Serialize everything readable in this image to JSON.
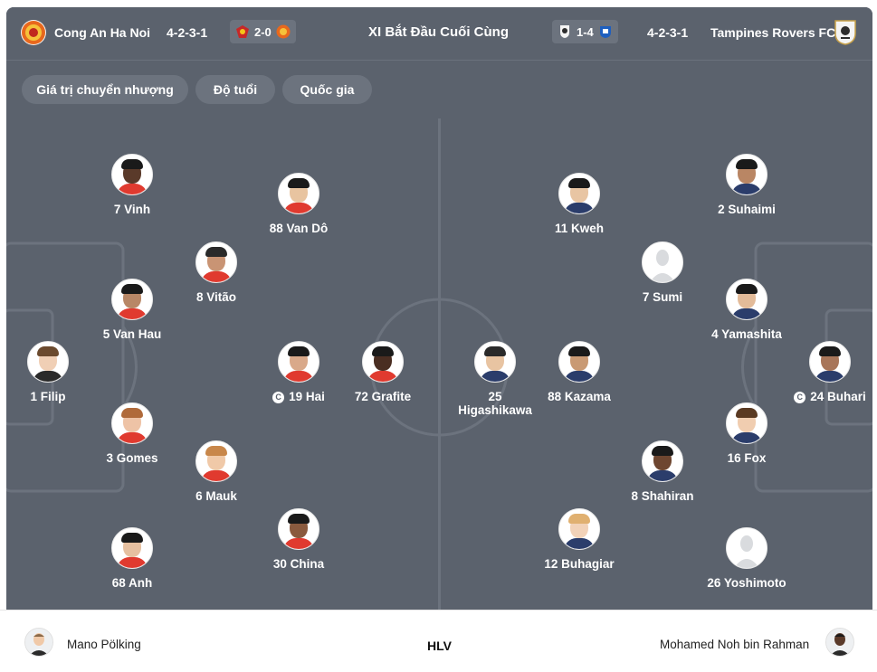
{
  "header": {
    "home_team": "Cong An Ha Noi",
    "home_formation": "4-2-3-1",
    "home_recent_score": "2-0",
    "title": "XI Bắt Đầu Cuối Cùng",
    "away_recent_score": "1-4",
    "away_formation": "4-2-3-1",
    "away_team": "Tampines Rovers FC"
  },
  "filters": [
    "Giá trị chuyển nhượng",
    "Độ tuổi",
    "Quốc gia"
  ],
  "home_players": [
    {
      "label": "7 Vinh",
      "skin": "#5a3a2a",
      "hair": "#1a1a1a",
      "shirt": "#e03a2f"
    },
    {
      "label": "88 Van Dô",
      "skin": "#e8c4a0",
      "hair": "#1a1a1a",
      "shirt": "#e03a2f"
    },
    {
      "label": "8 Vitão",
      "skin": "#c99474",
      "hair": "#2a2a2a",
      "shirt": "#e03a2f"
    },
    {
      "label": "5 Van Hau",
      "skin": "#b88766",
      "hair": "#1a1a1a",
      "shirt": "#e03a2f"
    },
    {
      "label": "1 Filip",
      "skin": "#f0cfb5",
      "hair": "#6b4a2e",
      "shirt": "#2a2a2a"
    },
    {
      "label": "19 Hai",
      "skin": "#d9a98a",
      "hair": "#1a1a1a",
      "shirt": "#e03a2f",
      "captain": true
    },
    {
      "label": "72 Grafite",
      "skin": "#4a2e22",
      "hair": "#1a1a1a",
      "shirt": "#e03a2f"
    },
    {
      "label": "3 Gomes",
      "skin": "#eec3a6",
      "hair": "#b06a3a",
      "shirt": "#e03a2f"
    },
    {
      "label": "6 Mauk",
      "skin": "#f0c9a8",
      "hair": "#c8874a",
      "shirt": "#e03a2f"
    },
    {
      "label": "30 China",
      "skin": "#8a5a3e",
      "hair": "#1a1a1a",
      "shirt": "#e03a2f"
    },
    {
      "label": "68 Anh",
      "skin": "#e6c0a0",
      "hair": "#1a1a1a",
      "shirt": "#e03a2f"
    }
  ],
  "away_players": [
    {
      "label": "2 Suhaimi",
      "skin": "#b98664",
      "hair": "#1a1a1a",
      "shirt": "#2b3d6b"
    },
    {
      "label": "11 Kweh",
      "skin": "#e8c5a3",
      "hair": "#1a1a1a",
      "shirt": "#2b3d6b"
    },
    {
      "label": "7 Sumi",
      "placeholder": true
    },
    {
      "label": "4 Yamashita",
      "skin": "#e3bb99",
      "hair": "#1a1a1a",
      "shirt": "#2b3d6b"
    },
    {
      "label": "25 Higashikawa",
      "skin": "#e8c4a2",
      "hair": "#2a2a2a",
      "shirt": "#2b3d6b"
    },
    {
      "label": "88 Kazama",
      "skin": "#c99a74",
      "hair": "#1a1a1a",
      "shirt": "#2b3d6b"
    },
    {
      "label": "24 Buhari",
      "skin": "#a8765a",
      "hair": "#1a1a1a",
      "shirt": "#2b3d6b",
      "captain": true
    },
    {
      "label": "16 Fox",
      "skin": "#f0cdb0",
      "hair": "#5a3a22",
      "shirt": "#2b3d6b"
    },
    {
      "label": "8 Shahiran",
      "skin": "#6e4630",
      "hair": "#1a1a1a",
      "shirt": "#2b3d6b"
    },
    {
      "label": "12 Buhagiar",
      "skin": "#f2d2b8",
      "hair": "#e0b070",
      "shirt": "#2b3d6b"
    },
    {
      "label": "26 Yoshimoto",
      "placeholder": true
    }
  ],
  "captain_mark": "C",
  "coaches": {
    "home_name": "Mano Pölking",
    "label": "HLV",
    "away_name": "Mohamed Noh bin Rahman"
  },
  "colors": {
    "pitch": "#5b626d",
    "line": "#6c737e",
    "home_crest": "#e05a1e",
    "away_crest": "#2d2d2d"
  }
}
